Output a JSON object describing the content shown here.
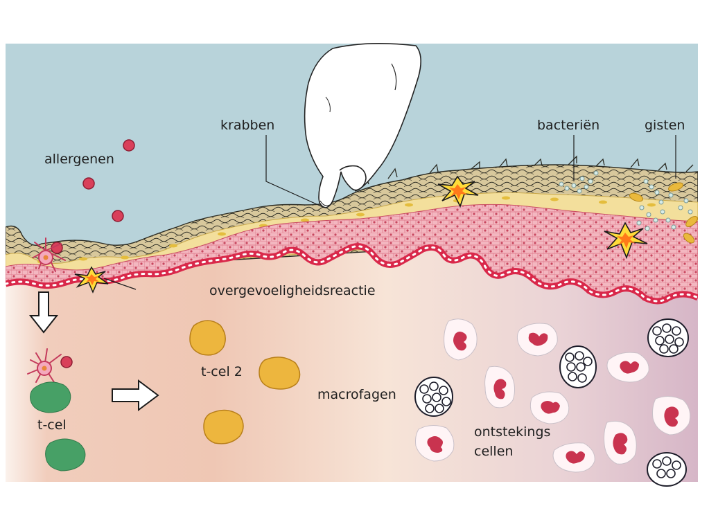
{
  "labels": {
    "allergenen": "allergenen",
    "krabben": "krabben",
    "bacterien": "bacteriën",
    "gisten": "gisten",
    "overgevoeligheidsreactie": "overgevoeligheidsreactie",
    "tcel": "t-cel",
    "tcel2": "t-cel 2",
    "macrofagen": "macrofagen",
    "ontstekings_line1": "ontstekings",
    "ontstekings_line2": "cellen"
  },
  "colors": {
    "sky": "#b8d3da",
    "dermis_left": "#f3d6c8",
    "dermis_mid": "#f7e3d6",
    "dermis_right": "#d9b9c9",
    "horny_layer": "#d7c79a",
    "granular_layer": "#f3df9c",
    "spinous_layer": "#f2b6bd",
    "basal_layer": "#d9284a",
    "allergen": "#d9405a",
    "tcell": "#3f9a60",
    "tcell2": "#ecb63c",
    "inflammatory_cell": "#c9334f"
  },
  "icons": {
    "hand": "scratching-hand-icon",
    "spark": "irritation-spark-icon",
    "arrow": "process-arrow-icon",
    "dendritic": "dendritic-cell-icon"
  }
}
